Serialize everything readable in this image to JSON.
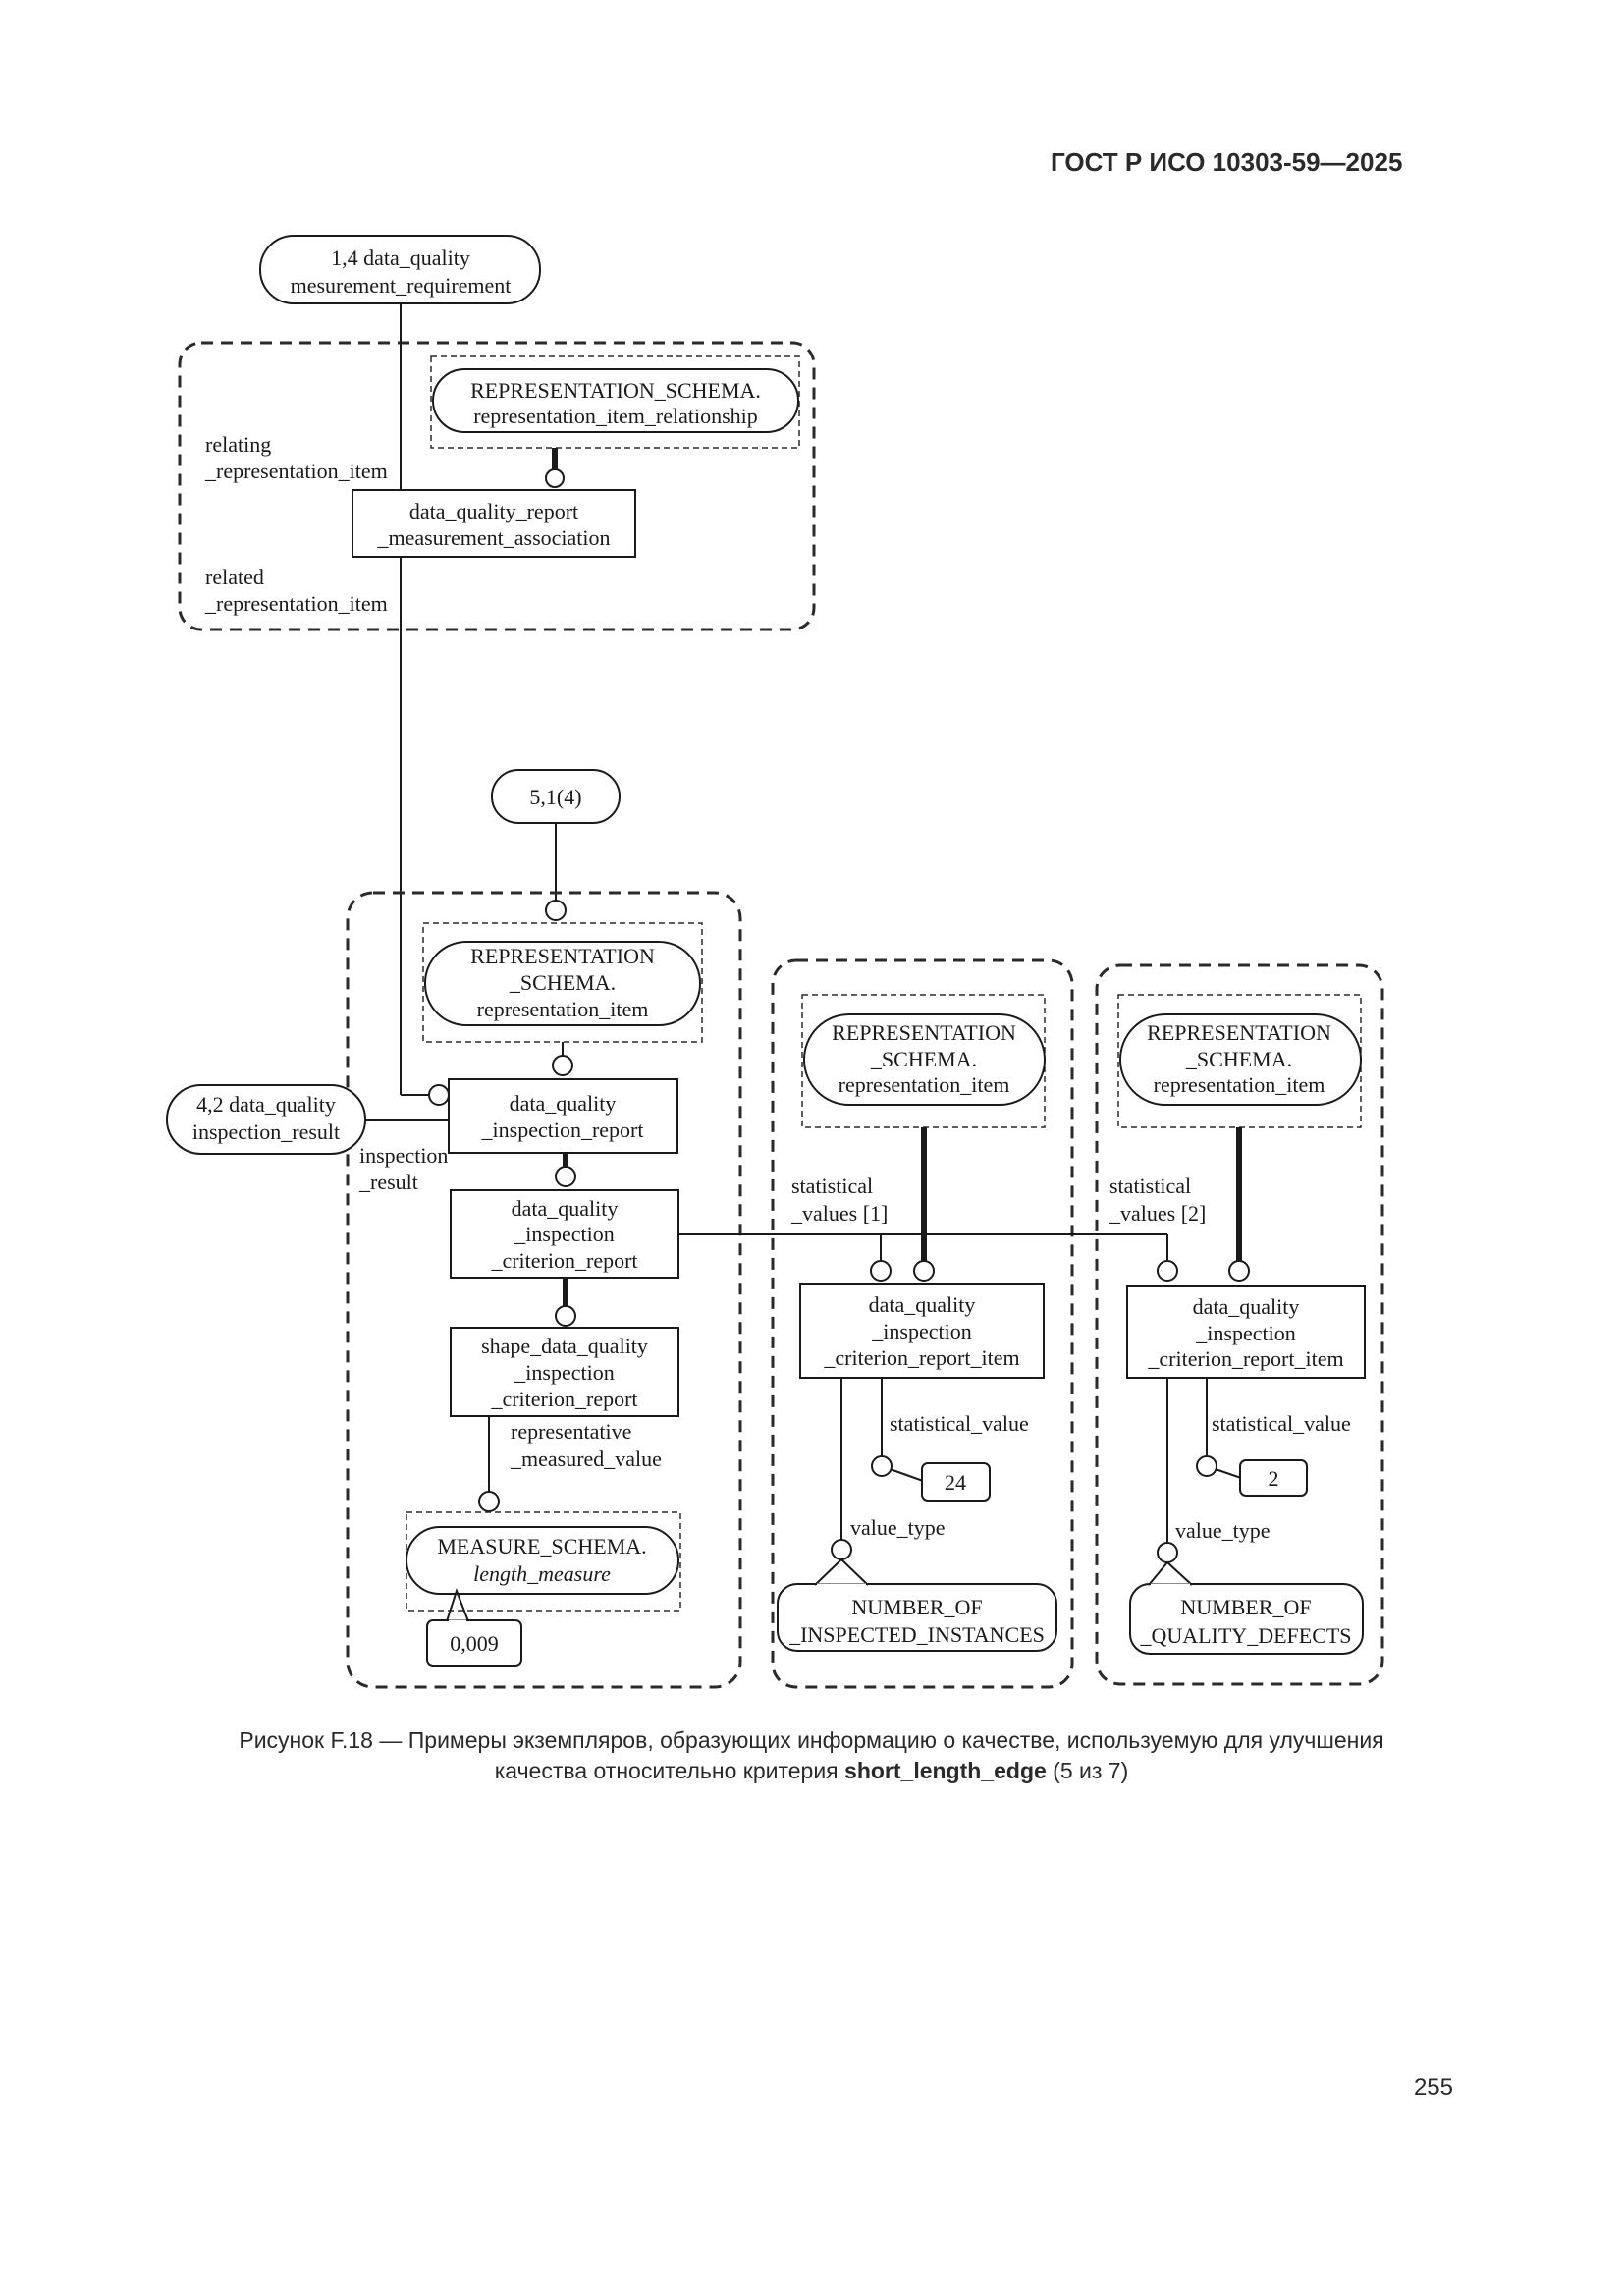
{
  "header": {
    "doc_id": "ГОСТ Р ИСО 10303-59—2025"
  },
  "diagram": {
    "top_ref": {
      "line1": "1,4 data_quality",
      "line2": "mesurement_requirement"
    },
    "rep_item_rel": {
      "line1": "REPRESENTATION_SCHEMA.",
      "line2": "representation_item_relationship"
    },
    "assoc": {
      "line1": "data_quality_report",
      "line2": "_measurement_association"
    },
    "relating_label": {
      "line1": "relating",
      "line2": "_representation_item"
    },
    "related_label": {
      "line1": "related",
      "line2": "_representation_item"
    },
    "ref_51": "5,1(4)",
    "rep_item_main": {
      "line1": "REPRESENTATION",
      "line2": "_SCHEMA.",
      "line3": "representation_item"
    },
    "inspection_result_ref": {
      "line1": "4,2 data_quality",
      "line2": "inspection_result"
    },
    "inspection_result_label": {
      "line1": "inspection",
      "line2": "_result"
    },
    "inspection_report": {
      "line1": "data_quality",
      "line2": "_inspection_report"
    },
    "criterion_report": {
      "line1": "data_quality",
      "line2": "_inspection",
      "line3": "_criterion_report"
    },
    "shape_report": {
      "line1": "shape_data_quality",
      "line2": "_inspection",
      "line3": "_criterion_report"
    },
    "representative_label": {
      "line1": "representative",
      "line2": "_measured_value"
    },
    "measure": {
      "line1": "MEASURE_SCHEMA.",
      "line2": "length_measure"
    },
    "measure_value": "0,009",
    "group1": {
      "rep_item": {
        "line1": "REPRESENTATION",
        "line2": "_SCHEMA.",
        "line3": "representation_item"
      },
      "stat_values_label": {
        "line1": "statistical",
        "line2": "_values [1]"
      },
      "item": {
        "line1": "data_quality",
        "line2": "_inspection",
        "line3": "_criterion_report_item"
      },
      "stat_value_label": "statistical_value",
      "stat_value": "24",
      "value_type_label": "value_type",
      "value_type": {
        "line1": "NUMBER_OF",
        "line2": "_INSPECTED_INSTANCES"
      }
    },
    "group2": {
      "rep_item": {
        "line1": "REPRESENTATION",
        "line2": "_SCHEMA.",
        "line3": "representation_item"
      },
      "stat_values_label": {
        "line1": "statistical",
        "line2": "_values [2]"
      },
      "item": {
        "line1": "data_quality",
        "line2": "_inspection",
        "line3": "_criterion_report_item"
      },
      "stat_value_label": "statistical_value",
      "stat_value": "2",
      "value_type_label": "value_type",
      "value_type": {
        "line1": "NUMBER_OF",
        "line2": "_QUALITY_DEFECTS"
      }
    }
  },
  "caption": {
    "line1": "Рисунок F.18 — Примеры экземпляров, образующих информацию о качестве, используемую для улучшения",
    "line2_prefix": "качества относительно критерия ",
    "line2_bold": "short_length_edge",
    "line2_suffix": " (5 из 7)"
  },
  "page_number": "255"
}
